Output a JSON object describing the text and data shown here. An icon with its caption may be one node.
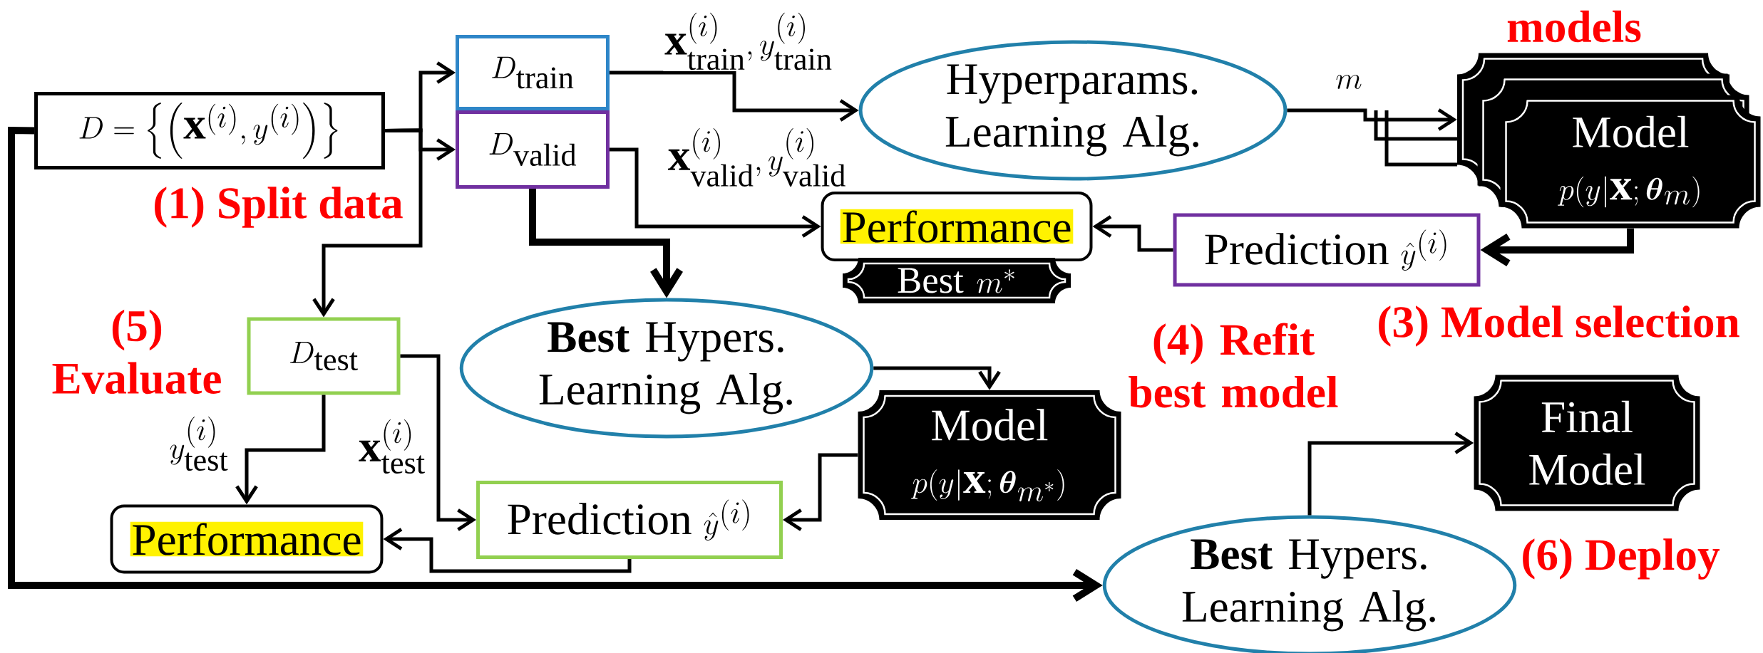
{
  "diagram": {
    "nodes": [
      {
        "text": [
          "D=\\left\\{\\left(\\mathbf{x}^{(i)},y^{(i)}\\right)\\right\\}"
        ]
      },
      {
        "text": [
          "D_{\\mathrm{train}}"
        ]
      },
      {
        "text": [
          "D_{\\mathrm{valid}}"
        ]
      },
      {
        "text": [
          "Hyperparams. Learning Alg."
        ]
      },
      {
        "text": [],
        "shape": "box"
      },
      {
        "text": [],
        "shape": "box"
      },
      {
        "text": [
          "Model",
          "p(y|\\mathbf{x};\\boldsymbol{\\theta}_{m})"
        ]
      },
      {
        "text": [
          "Performance"
        ]
      },
      {
        "text": [
          "\\text{Best }m^{*}"
        ]
      },
      {
        "text": [
          "\\text{Prediction }\\hat{y}^{(i)}"
        ]
      },
      {
        "text": [
          "D_{\\mathrm{test}}"
        ]
      },
      {
        "text": [
          "**Best** Hypers. Learning Alg."
        ]
      },
      {
        "text": [
          "Model",
          "p(y|\\mathbf{x};\\boldsymbol{\\theta}_{m^{*}})"
        ]
      },
      {
        "text": [
          "\\text{Prediction }\\hat{y}^{(i)}"
        ]
      },
      {
        "text": [
          "Performance"
        ]
      },
      {
        "text": [
          "**Best** Hypers. Learning Alg."
        ]
      },
      {
        "text": [
          "Final Model"
        ]
      }
    ],
    "edges": [
      {
        "from": 0,
        "to": 1,
        "arrow": "to"
      },
      {
        "from": 0,
        "to": 2,
        "arrow": "to"
      },
      {
        "from": 0,
        "to": 10,
        "arrow": "to"
      },
      {
        "from": 0,
        "to": 15,
        "arrow": "to",
        "style": "thick"
      },
      {
        "from": 1,
        "to": 3,
        "arrow": "to",
        "label": "\\mathbf{x}_{\\mathrm{train}}^{(i)},y_{\\mathrm{train}}^{(i)}"
      },
      {
        "from": 2,
        "to": 7,
        "arrow": "to",
        "label": "\\mathbf{x}_{\\mathrm{valid}}^{(i)},y_{\\mathrm{valid}}^{(i)}"
      },
      {
        "from": 2,
        "to": 11,
        "arrow": "to",
        "style": "thick"
      },
      {
        "from": 3,
        "to": 4,
        "arrow": "to",
        "label": "m"
      },
      {
        "from": 6,
        "to": 9,
        "arrow": "to",
        "style": "thick"
      },
      {
        "from": 9,
        "to": 7,
        "arrow": "to"
      },
      {
        "from": 11,
        "to": 12,
        "arrow": "to"
      },
      {
        "from": 10,
        "to": 14,
        "arrow": "to",
        "label": "y_{\\mathrm{test}}^{(i)}"
      },
      {
        "from": 10,
        "to": 13,
        "arrow": "to",
        "label": "\\mathbf{x}_{\\mathrm{test}}^{(i)}"
      },
      {
        "from": 12,
        "to": 13,
        "arrow": "to"
      },
      {
        "from": 13,
        "to": 14,
        "arrow": "to"
      },
      {
        "from": 15,
        "to": 16,
        "arrow": "to"
      }
    ],
    "labels": [
      "models",
      "(1) Split data",
      "(5) Evaluate",
      "(4) Refit best model",
      "(3) Model selection",
      "(6) Deploy"
    ]
  }
}
